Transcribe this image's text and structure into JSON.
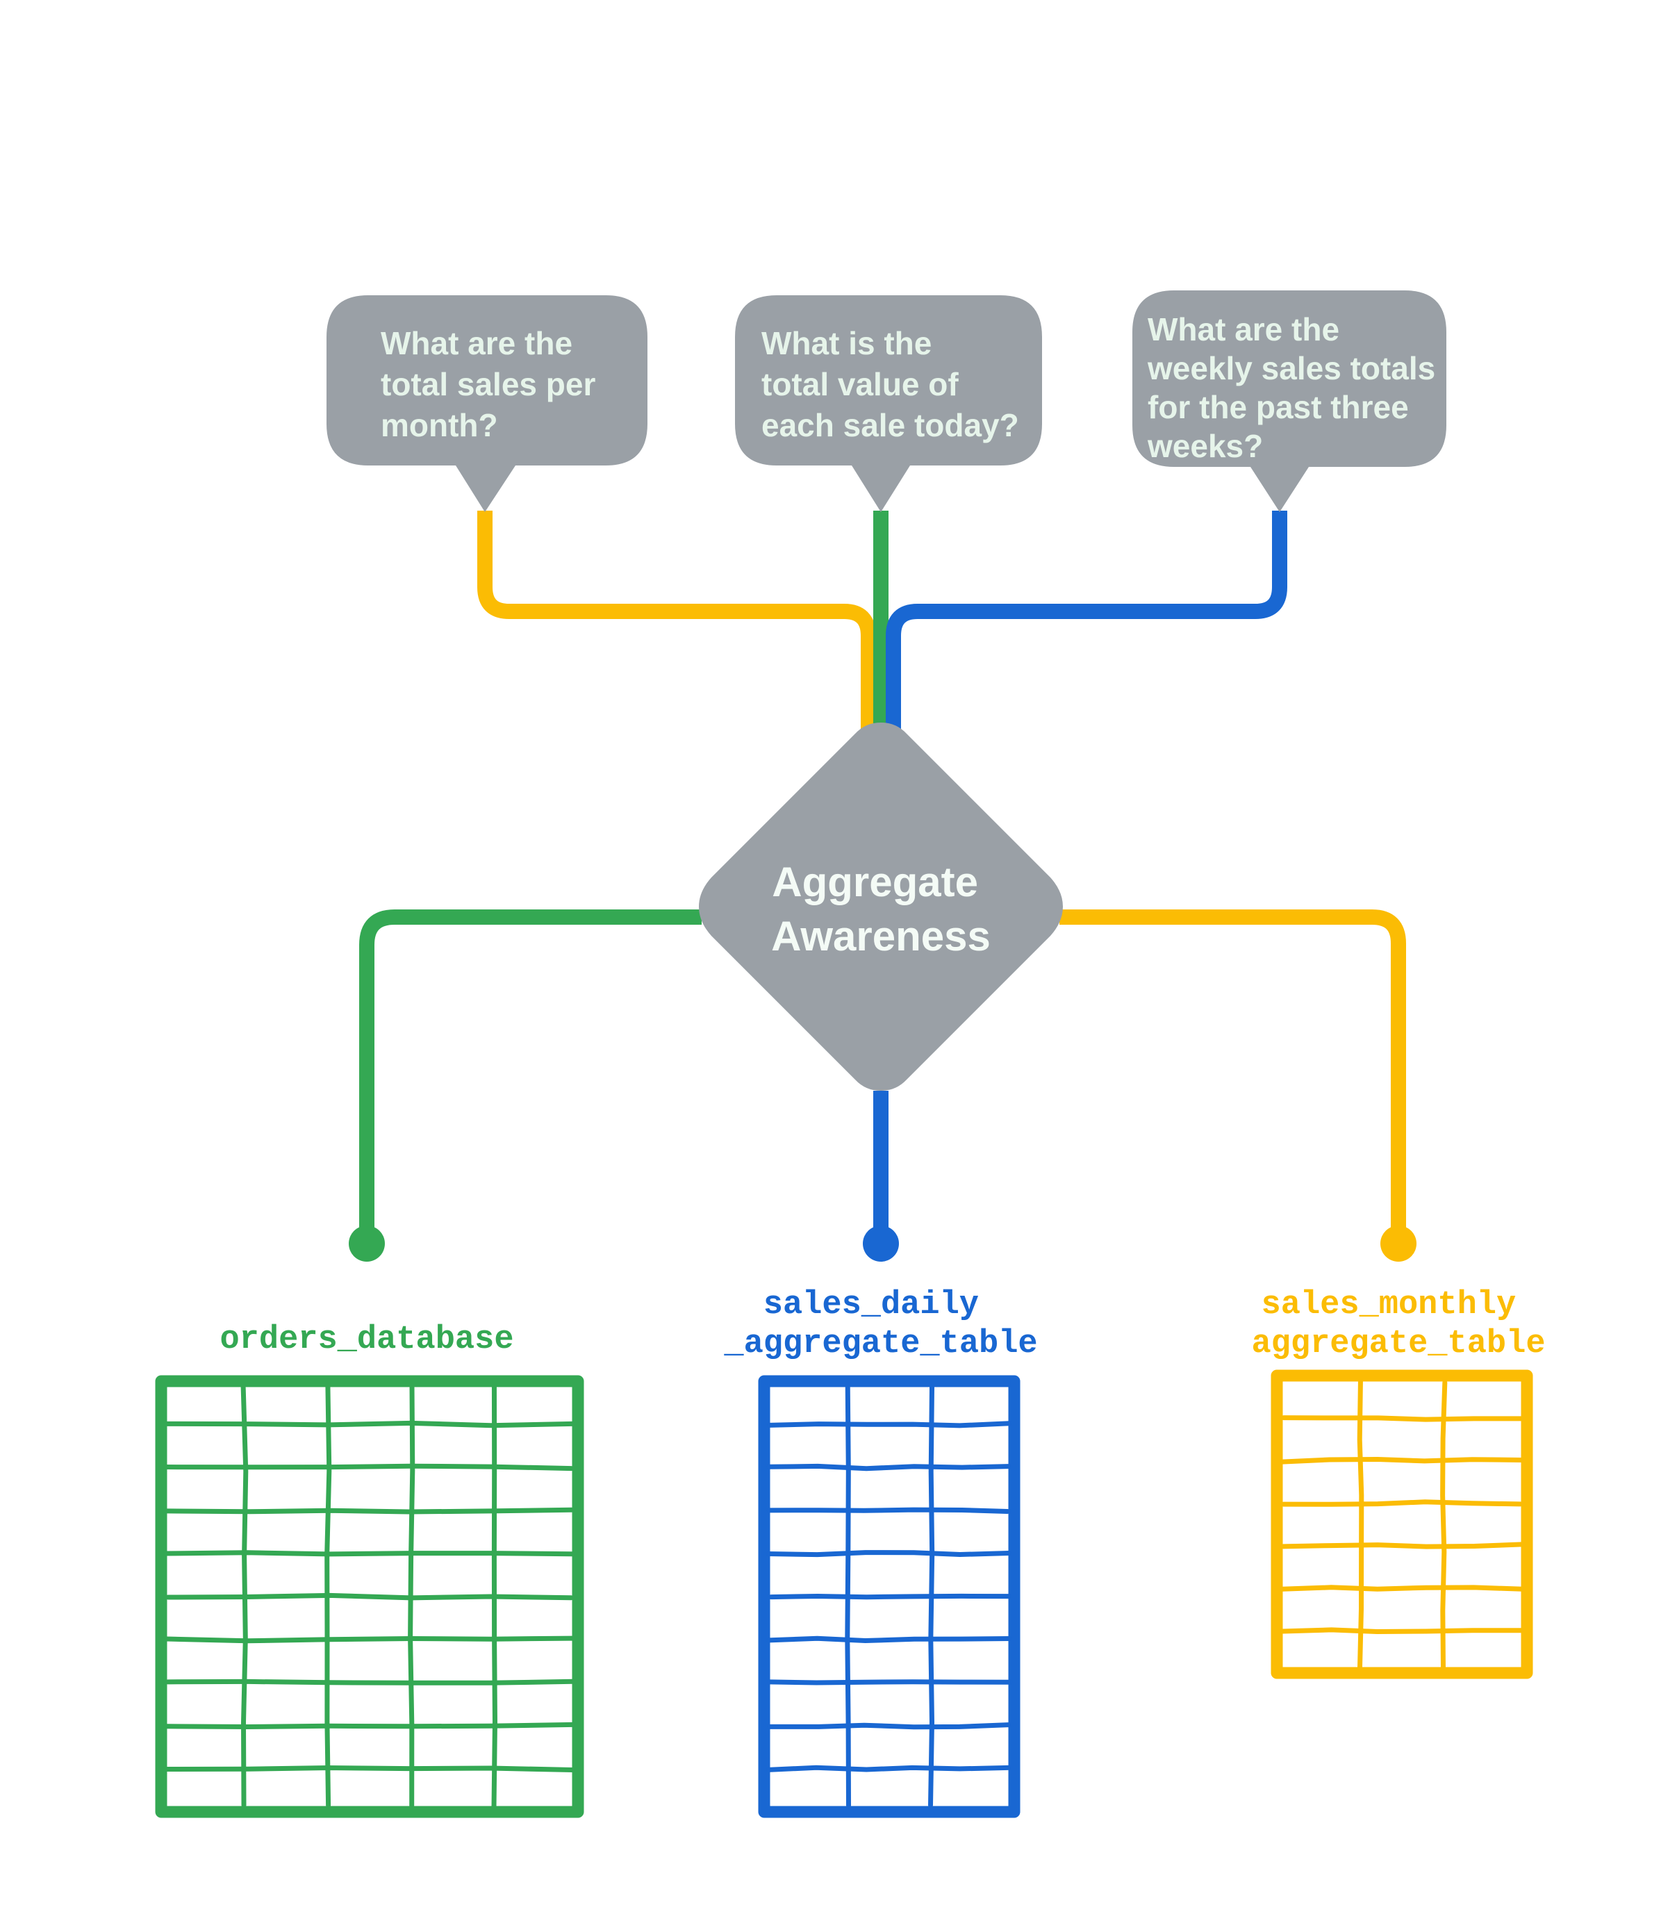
{
  "palette": {
    "bubble_gray": "#9AA0A6",
    "bubble_text": "#E6F4EA",
    "node_gray": "#9AA0A6",
    "node_text": "#F4FBF6",
    "green": "#34A853",
    "blue": "#1967D2",
    "yellow": "#FBBC04",
    "background": "#FFFFFF"
  },
  "questions": [
    {
      "id": "question-monthly",
      "color": "#FBBC04",
      "lines": [
        "What are the",
        "total sales per",
        "month?"
      ],
      "full_text": "What are the total sales per month?"
    },
    {
      "id": "question-daily",
      "color": "#34A853",
      "lines": [
        "What is the",
        "total value of",
        "each sale today?"
      ],
      "full_text": "What is the total value of each sale today?"
    },
    {
      "id": "question-weekly",
      "color": "#1967D2",
      "lines": [
        "What are the",
        "weekly sales totals",
        "for the past three",
        "weeks?"
      ],
      "full_text": "What are the weekly sales totals for the past three weeks?"
    }
  ],
  "center_node": {
    "lines": [
      "Aggregate",
      "Awareness"
    ],
    "full_text": "Aggregate Awareness",
    "shape": "diamond"
  },
  "sources": [
    {
      "id": "source-orders",
      "color": "#34A853",
      "color_name": "green",
      "lines": [
        "orders_database"
      ],
      "full_text": "orders_database",
      "table": {
        "columns": 5,
        "rows": 10
      }
    },
    {
      "id": "source-daily",
      "color": "#1967D2",
      "color_name": "blue",
      "lines": [
        "sales_daily",
        "_aggregate_table"
      ],
      "full_text": "sales_daily_aggregate_table",
      "table": {
        "columns": 3,
        "rows": 10
      }
    },
    {
      "id": "source-monthly",
      "color": "#FBBC04",
      "color_name": "yellow",
      "lines": [
        "sales_monthly",
        "aggregate_table"
      ],
      "full_text": "sales_monthly_aggregate_table",
      "table": {
        "columns": 3,
        "rows": 7
      }
    }
  ],
  "connections": [
    {
      "from": "question-monthly",
      "to": "center_node",
      "color": "#FBBC04"
    },
    {
      "from": "question-daily",
      "to": "center_node",
      "color": "#34A853"
    },
    {
      "from": "question-weekly",
      "to": "center_node",
      "color": "#1967D2"
    },
    {
      "from": "center_node",
      "to": "source-orders",
      "color": "#34A853"
    },
    {
      "from": "center_node",
      "to": "source-daily",
      "color": "#1967D2"
    },
    {
      "from": "center_node",
      "to": "source-monthly",
      "color": "#FBBC04"
    }
  ]
}
